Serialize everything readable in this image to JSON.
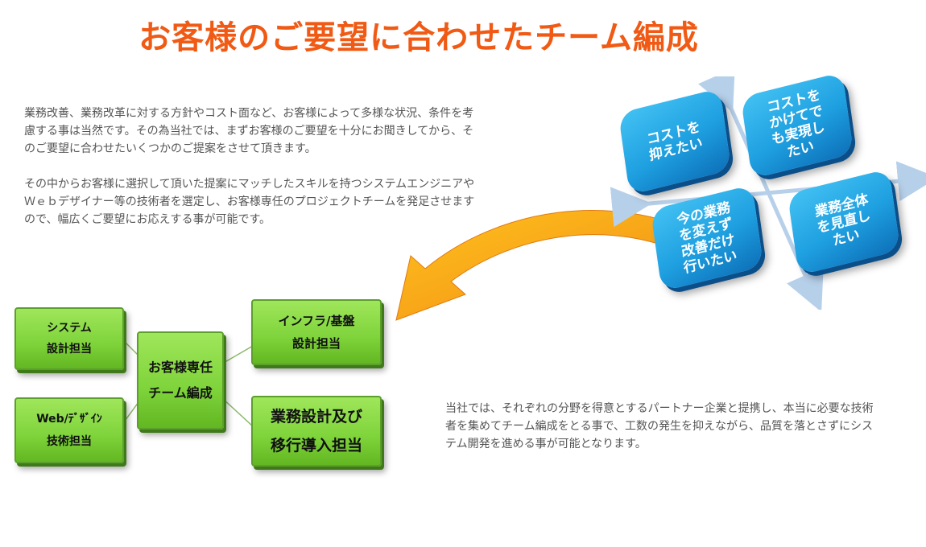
{
  "title": "お客様のご要望に合わせたチーム編成",
  "intro": {
    "paragraph1": "業務改善、業務改革に対する方針やコスト面など、お客様によって多様な状況、条件を考慮する事は当然です。その為当社では、まずお客様のご要望を十分にお聞きしてから、そのご要望に合わせたいくつかのご提案をさせて頂きます。",
    "paragraph2": "その中からお客様に選択して頂いた提案にマッチしたスキルを持つシステムエンジニアやＷｅｂデザイナー等の技術者を選定し、お客様専任のプロジェクトチームを発足させますので、幅広くご要望にお応えする事が可能です。"
  },
  "matrix": {
    "top_left": "コストを\n抑えたい",
    "top_right": "コストを\nかけてで\nも実現し\nたい",
    "bottom_left": "今の業務\nを変えず\n改善だけ\n行いたい",
    "bottom_right": "業務全体\nを見直し\nたい",
    "colors": {
      "tile": "#1e9fe0",
      "arrow": "#f7a21b"
    }
  },
  "team": {
    "center": "お客様専任\nチーム編成",
    "system": "システム\n設計担当",
    "web": "Web/ﾃﾞｻﾞｲﾝ\n技術担当",
    "infra": "インフラ/基盤\n設計担当",
    "business": "業務設計及び\n移行導入担当",
    "colors": {
      "box": "#7ed33a"
    }
  },
  "summary": "当社では、それぞれの分野を得意とするパートナー企業と提携し、本当に必要な技術者を集めてチーム編成をとる事で、工数の発生を抑えながら、品質を落とさずにシステム開発を進める事が可能となります。"
}
